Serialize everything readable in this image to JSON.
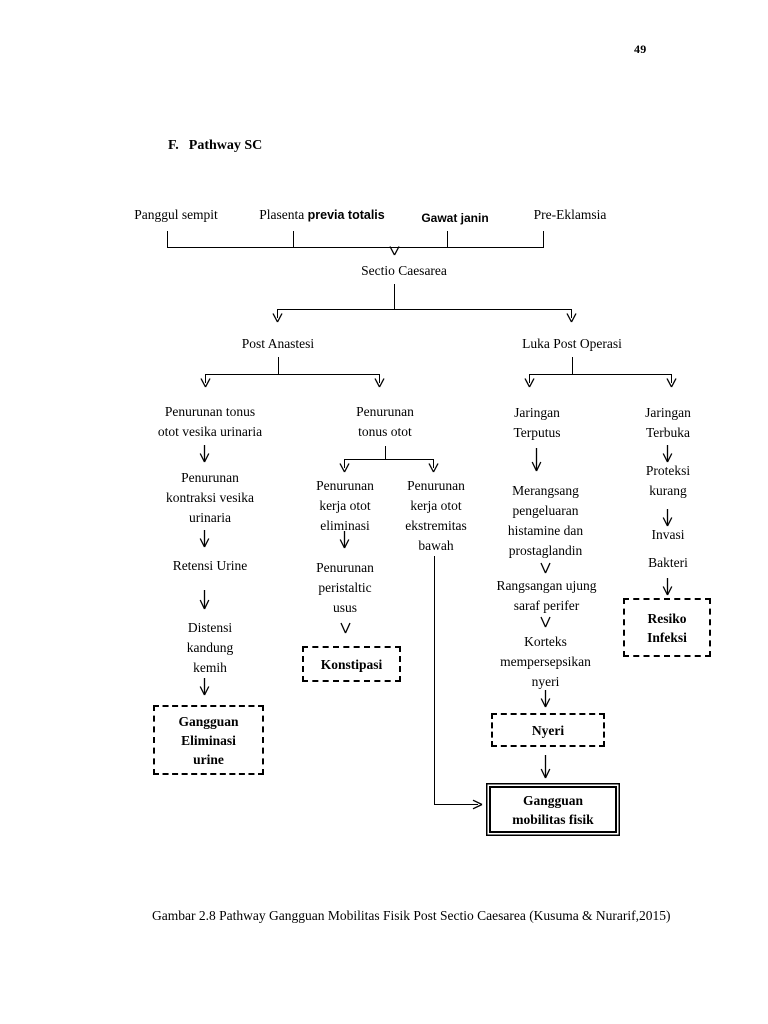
{
  "document": {
    "page_number": "49",
    "section_letter": "F.",
    "section_title": "Pathway SC",
    "caption": "Gambar  2.8  Pathway  Gangguan  Mobilitas  Fisik  Post  Sectio  Caesarea  (Kusuma  &  Nurarif,2015)"
  },
  "diagram": {
    "type": "flowchart",
    "title": "Pathway Gangguan Mobilitas Fisik Post Sectio Caesarea",
    "causes": [
      {
        "id": "panggul-sempit",
        "label": "Panggul sempit",
        "style": "serif"
      },
      {
        "id": "plasenta-previa-totalis",
        "label_serif": "Plasenta ",
        "label_sans": "previa totalis",
        "style": "mixed"
      },
      {
        "id": "gawat-janin",
        "label": "Gawat janin",
        "style": "sans"
      },
      {
        "id": "pre-eklamsia",
        "label": "Pre-Eklamsia",
        "style": "serif"
      }
    ],
    "nodes": {
      "sectio_caesarea": "Sectio Caesarea",
      "post_anastesi": "Post Anastesi",
      "luka_post_operasi": "Luka Post Operasi",
      "penurunan_tonus_otot_vesika": "Penurunan tonus\notot vesika urinaria",
      "penurunan_kontraksi_vesika": "Penurunan\nkontraksi vesika\nurinaria",
      "retensi_urine": "Retensi Urine",
      "distensi_kandung_kemih": "Distensi\nkandung\nkemih",
      "penurunan_tonus_otot": "Penurunan\ntonus otot",
      "penurunan_kerja_otot_eliminasi": "Penurunan\nkerja otot\neliminasi",
      "penurunan_peristaltic_usus": "Penurunan\nperistaltic\nusus",
      "penurunan_kerja_otot_ekstremitas": "Penurunan\nkerja otot\nekstremitas\nbawah",
      "jaringan_terputus": "Jaringan\nTerputus",
      "merangsang_pengeluaran": "Merangsang\npengeluaran\nhistamine dan\nprostaglandin",
      "rangsangan_ujung_saraf": "Rangsangan ujung\nsaraf perifer",
      "korteks_mempersepsikan_nyeri": "Korteks\nmempersepsikan\nnyeri",
      "jaringan_terbuka": "Jaringan\nTerbuka",
      "proteksi_kurang": "Proteksi\nkurang",
      "invasi": "Invasi",
      "bakteri": "Bakteri"
    },
    "outcomes": {
      "gangguan_eliminasi_urine": "Gangguan\nEliminasi\nurine",
      "konstipasi": "Konstipasi",
      "nyeri": "Nyeri",
      "resiko_infeksi": "Resiko\nInfeksi",
      "gangguan_mobilitas_fisik": "Gangguan\nmobilitas fisik"
    },
    "colors": {
      "line": "#000000",
      "text": "#000000",
      "background": "#ffffff"
    }
  }
}
